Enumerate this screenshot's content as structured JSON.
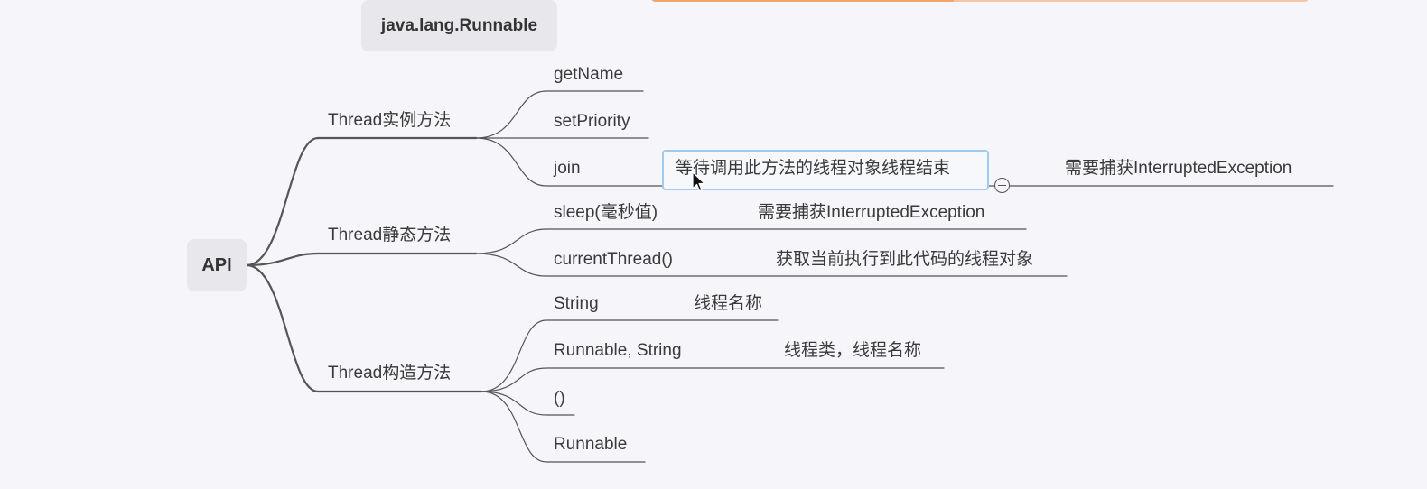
{
  "root": {
    "label": "API"
  },
  "floating_topic": {
    "label": "java.lang.Runnable"
  },
  "branches": [
    {
      "label": "Thread实例方法",
      "children": [
        {
          "label": "getName"
        },
        {
          "label": "setPriority"
        },
        {
          "label": "join",
          "note": "等待调用此方法的线程对象线程结束",
          "note2": "需要捕获InterruptedException"
        }
      ]
    },
    {
      "label": "Thread静态方法",
      "children": [
        {
          "label": "sleep(毫秒值)",
          "note": "需要捕获InterruptedException"
        },
        {
          "label": "currentThread()",
          "note": "获取当前执行到此代码的线程对象"
        }
      ]
    },
    {
      "label": "Thread构造方法",
      "children": [
        {
          "label": "String",
          "note": "线程名称"
        },
        {
          "label": "Runnable, String",
          "note": "线程类，线程名称"
        },
        {
          "label": "()"
        },
        {
          "label": "Runnable"
        }
      ]
    }
  ],
  "colors": {
    "background": "#f5f5fa",
    "line": "#555555",
    "node_fill": "#e8e8ec",
    "selection_border": "#9fcbf2",
    "top_band_orange": "#f0a66a",
    "top_band_peach": "#f4c6a6"
  }
}
